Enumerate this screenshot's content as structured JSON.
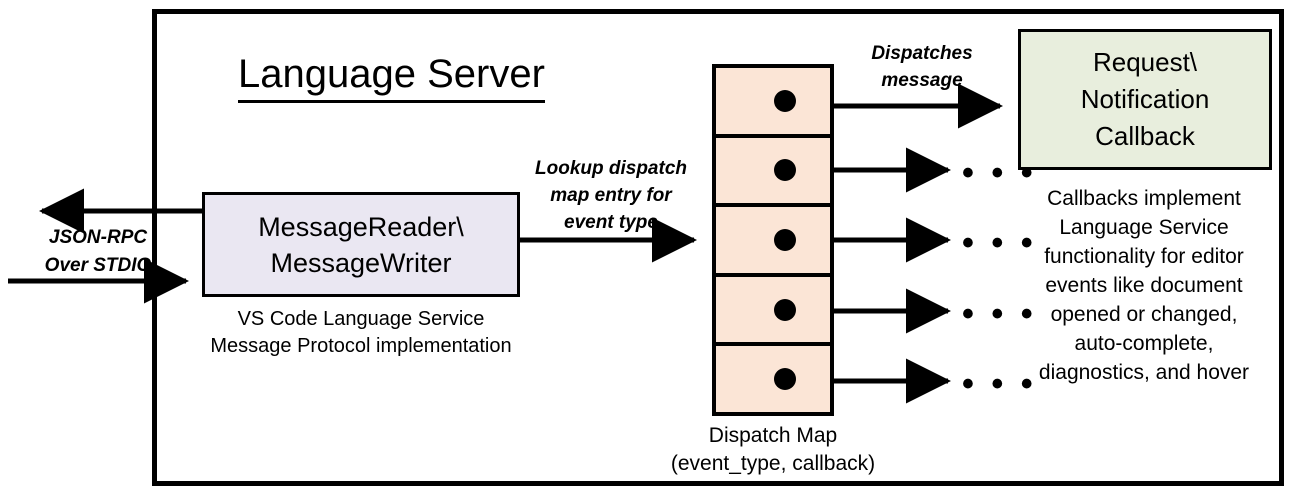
{
  "diagram": {
    "title": "Language Server",
    "frame_label": "language-server-boundary",
    "colors": {
      "message_box_fill": "#EAE7F2",
      "dispatch_map_fill": "#FBE5D6",
      "callback_box_fill": "#E8EEDD",
      "stroke": "#000000",
      "background": "#FFFFFF"
    }
  },
  "message_box": {
    "line1": "MessageReader\\",
    "line2": "MessageWriter",
    "caption_line1": "VS Code Language Service",
    "caption_line2": "Message Protocol implementation"
  },
  "transport": {
    "label_line1": "JSON-RPC",
    "label_line2": "Over STDIO",
    "outbound_arrow": "arrow-left-out",
    "inbound_arrow": "arrow-right-in"
  },
  "lookup": {
    "label_line1": "Lookup dispatch",
    "label_line2": "map entry for",
    "label_line3": "event type"
  },
  "dispatch_map": {
    "caption_line1": "Dispatch Map",
    "caption_line2": "(event_type, callback)",
    "rows": [
      {
        "index": 1,
        "dot": "entry-dot"
      },
      {
        "index": 2,
        "dot": "entry-dot"
      },
      {
        "index": 3,
        "dot": "entry-dot"
      },
      {
        "index": 4,
        "dot": "entry-dot"
      },
      {
        "index": 5,
        "dot": "entry-dot"
      }
    ]
  },
  "dispatches": {
    "label_line1": "Dispatches",
    "label_line2": "message"
  },
  "callback_box": {
    "line1": "Request\\",
    "line2": "Notification",
    "line3": "Callback",
    "caption_line1": "Callbacks implement",
    "caption_line2": "Language Service",
    "caption_line3": "functionality for editor",
    "caption_line4": "events like document",
    "caption_line5": "opened or changed,",
    "caption_line6": "auto-complete,",
    "caption_line7": "diagnostics, and hover"
  },
  "ellipses": {
    "glyph": "• • •",
    "count": 4
  }
}
